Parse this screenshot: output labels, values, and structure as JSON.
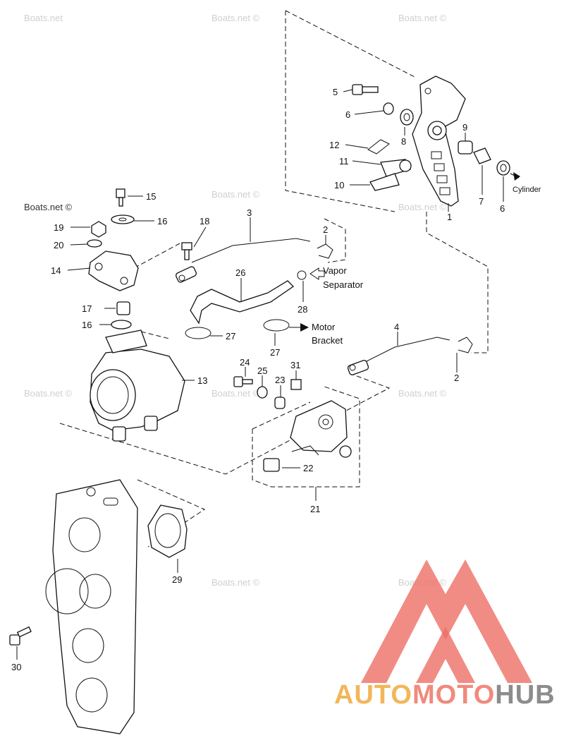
{
  "watermarks": [
    "Boats.net",
    "Boats.net ©",
    "Boats.net ©",
    "Boats.net ©",
    "Boats.net ©",
    "Boats.net ©",
    "Boats.net ©",
    "Boats.net ©",
    "Boats.net ©",
    "Boats.net ©",
    "Boats.net ©"
  ],
  "callouts": {
    "c1": "1",
    "c2a": "2",
    "c2b": "2",
    "c3": "3",
    "c4": "4",
    "c5": "5",
    "c6a": "6",
    "c6b": "6",
    "c7": "7",
    "c8": "8",
    "c9": "9",
    "c10": "10",
    "c11": "11",
    "c12": "12",
    "c13": "13",
    "c14": "14",
    "c15": "15",
    "c16a": "16",
    "c16b": "16",
    "c17": "17",
    "c18": "18",
    "c19": "19",
    "c20": "20",
    "c21": "21",
    "c22": "22",
    "c23": "23",
    "c24": "24",
    "c25": "25",
    "c26": "26",
    "c27a": "27",
    "c27b": "27",
    "c28": "28",
    "c29": "29",
    "c30": "30",
    "c31": "31"
  },
  "notes": {
    "cylinder": "Cylinder",
    "vapor": "Vapor",
    "separator": "Separator",
    "motor": "Motor",
    "bracket": "Bracket"
  },
  "logo": {
    "part_auto": "AUTO",
    "part_moto": "MOTO",
    "part_hub": "HUB",
    "color_auto": "#f2b65a",
    "color_moto": "#f08a7e",
    "color_hub": "#8c8c8c",
    "mark_color": "#ee6f66"
  }
}
